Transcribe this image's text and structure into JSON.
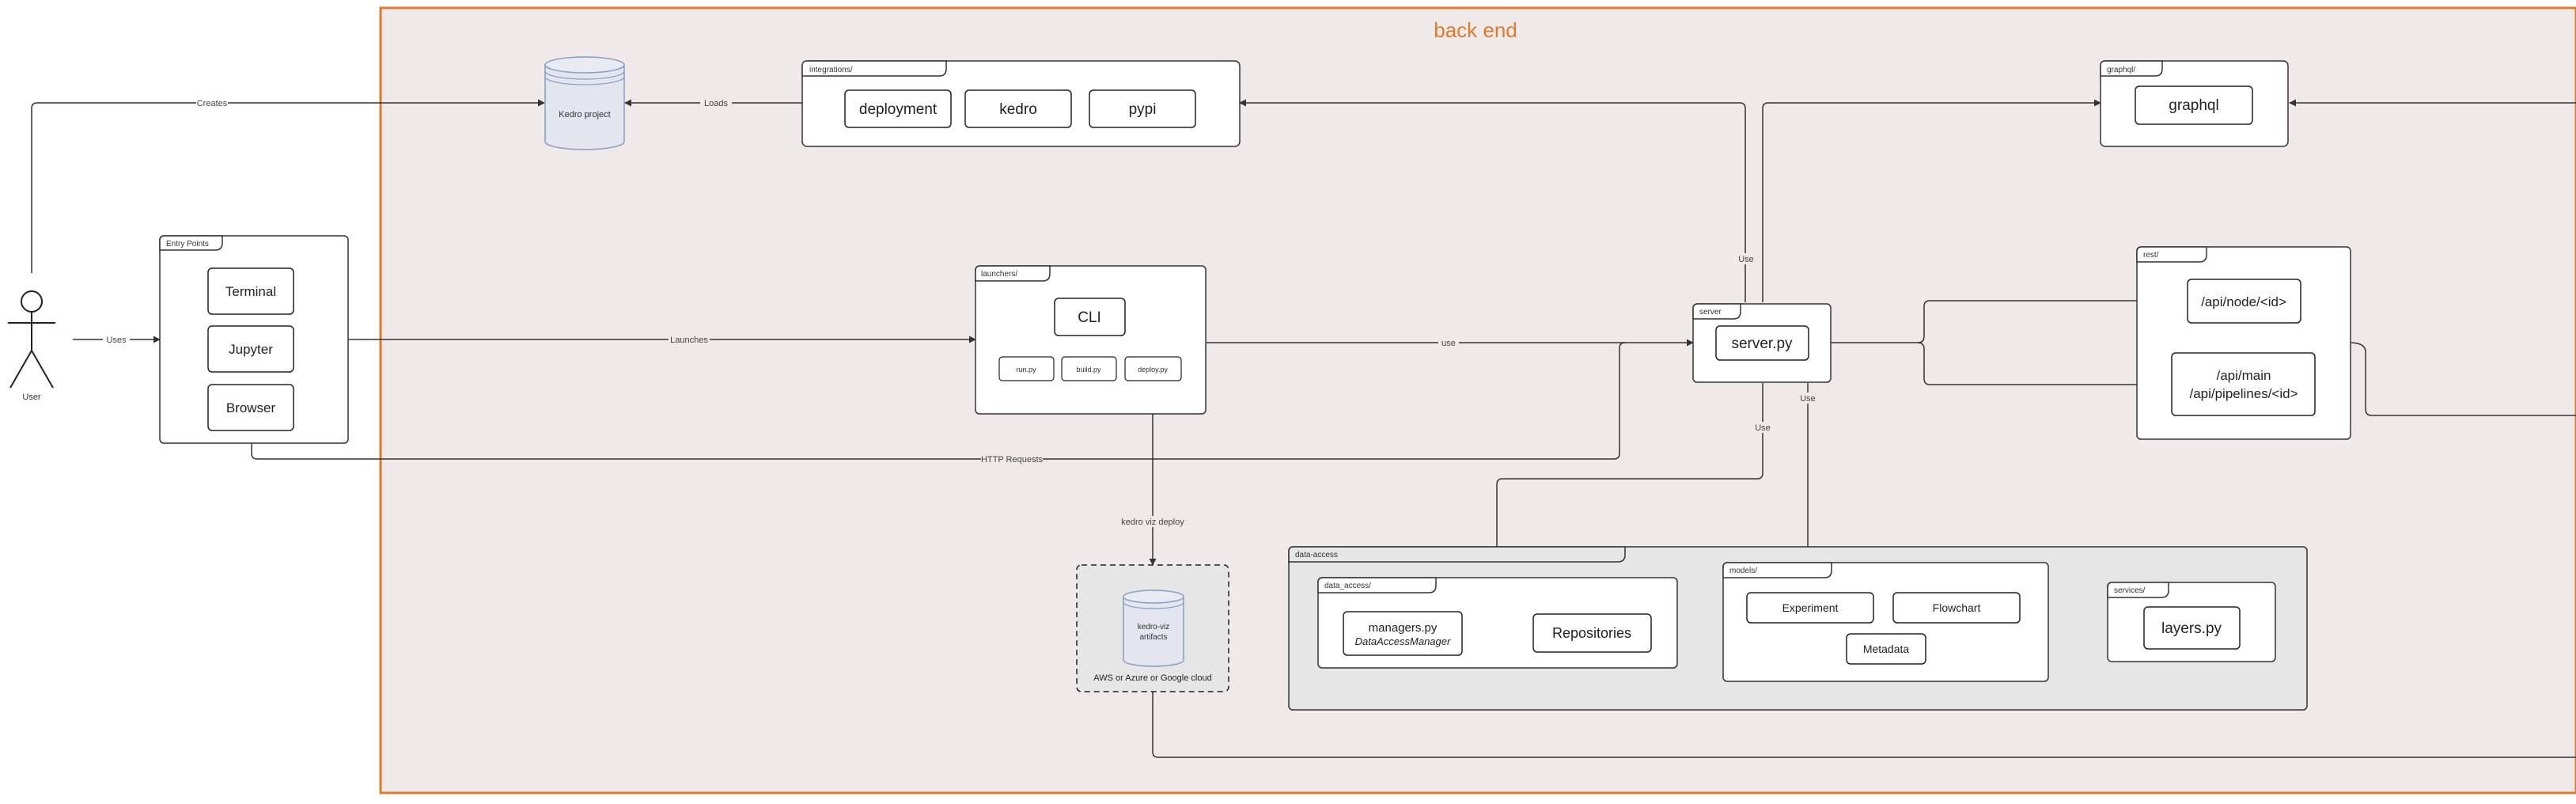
{
  "diagram": {
    "backend_title": "back end",
    "actor": {
      "label": "User"
    },
    "cylinders": {
      "kedro_project": "Kedro project",
      "artifacts": [
        "kedro-viz",
        "artifacts"
      ]
    },
    "cloud_caption": "AWS or Azure or Google cloud",
    "packages": {
      "integrations": {
        "tab": "integrations/",
        "items": [
          "deployment",
          "kedro",
          "pypi"
        ]
      },
      "graphql": {
        "tab": "graphql/",
        "items": [
          "graphql"
        ]
      },
      "entry_points": {
        "tab": "Entry Points",
        "items": [
          "Terminal",
          "Jupyter",
          "Browser"
        ]
      },
      "launchers": {
        "tab": "launchers/",
        "items": [
          "CLI",
          "run.py",
          "build.py",
          "deploy.py"
        ]
      },
      "server": {
        "tab": "server",
        "items": [
          "server.py"
        ]
      },
      "rest": {
        "tab": "rest/",
        "items": [
          "/api/node/<id>",
          "/api/main",
          "/api/pipelines/<id>"
        ]
      },
      "data_access_outer": {
        "tab": "data-access"
      },
      "data_access": {
        "tab": "data_access/",
        "items": [
          "managers.py",
          "DataAccessManager",
          "Repositories"
        ]
      },
      "models": {
        "tab": "models/",
        "items": [
          "Experiment",
          "Flowchart",
          "Metadata"
        ]
      },
      "services": {
        "tab": "services/",
        "items": [
          "layers.py"
        ]
      }
    },
    "edge_labels": {
      "creates": "Creates",
      "loads": "Loads",
      "uses": "Uses",
      "launches": "Launches",
      "use": "use",
      "http": "HTTP Requests",
      "use_caps": "Use",
      "deploy": "kedro viz deploy"
    }
  }
}
